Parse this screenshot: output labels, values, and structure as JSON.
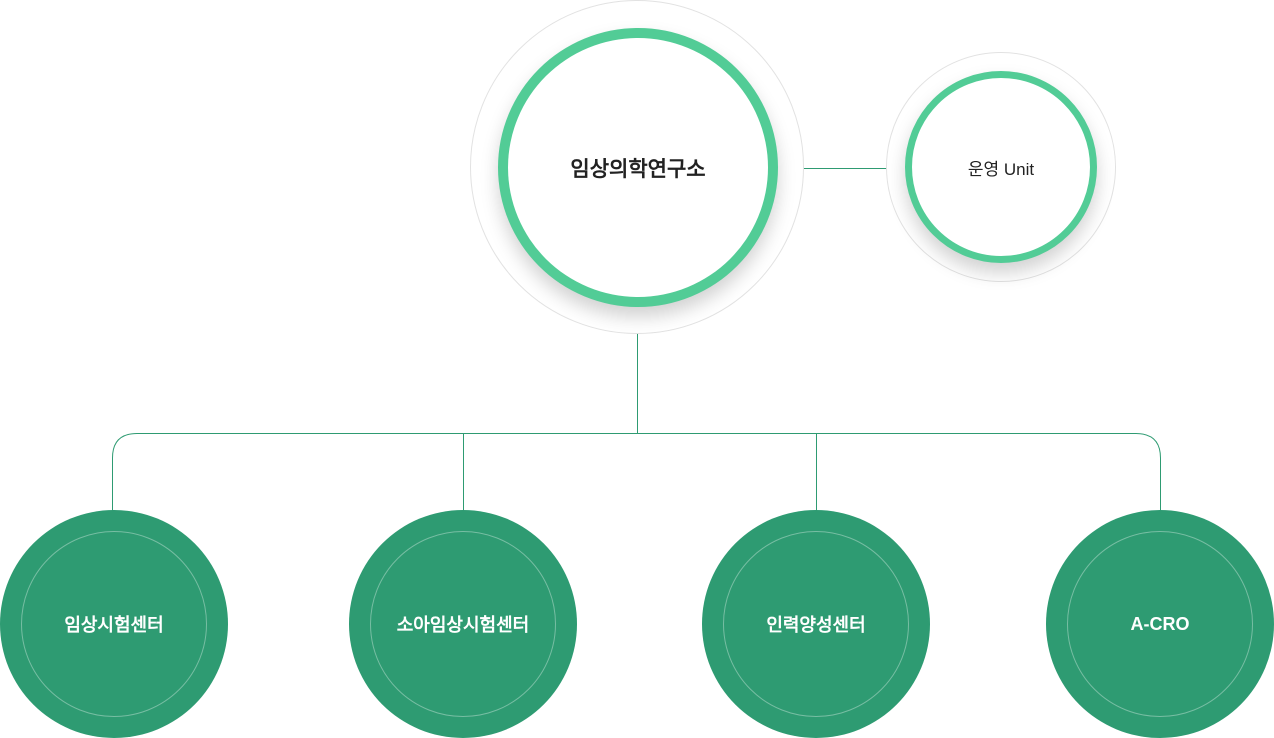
{
  "root": {
    "label": "임상의학연구소"
  },
  "side": {
    "label": "운영 Unit"
  },
  "children": [
    {
      "label": "임상시험센터"
    },
    {
      "label": "소아임상시험센터"
    },
    {
      "label": "인력양성센터"
    },
    {
      "label": "A-CRO"
    }
  ],
  "colors": {
    "ring": "#52cc96",
    "node": "#2e9b72",
    "line": "#2e9b72"
  }
}
